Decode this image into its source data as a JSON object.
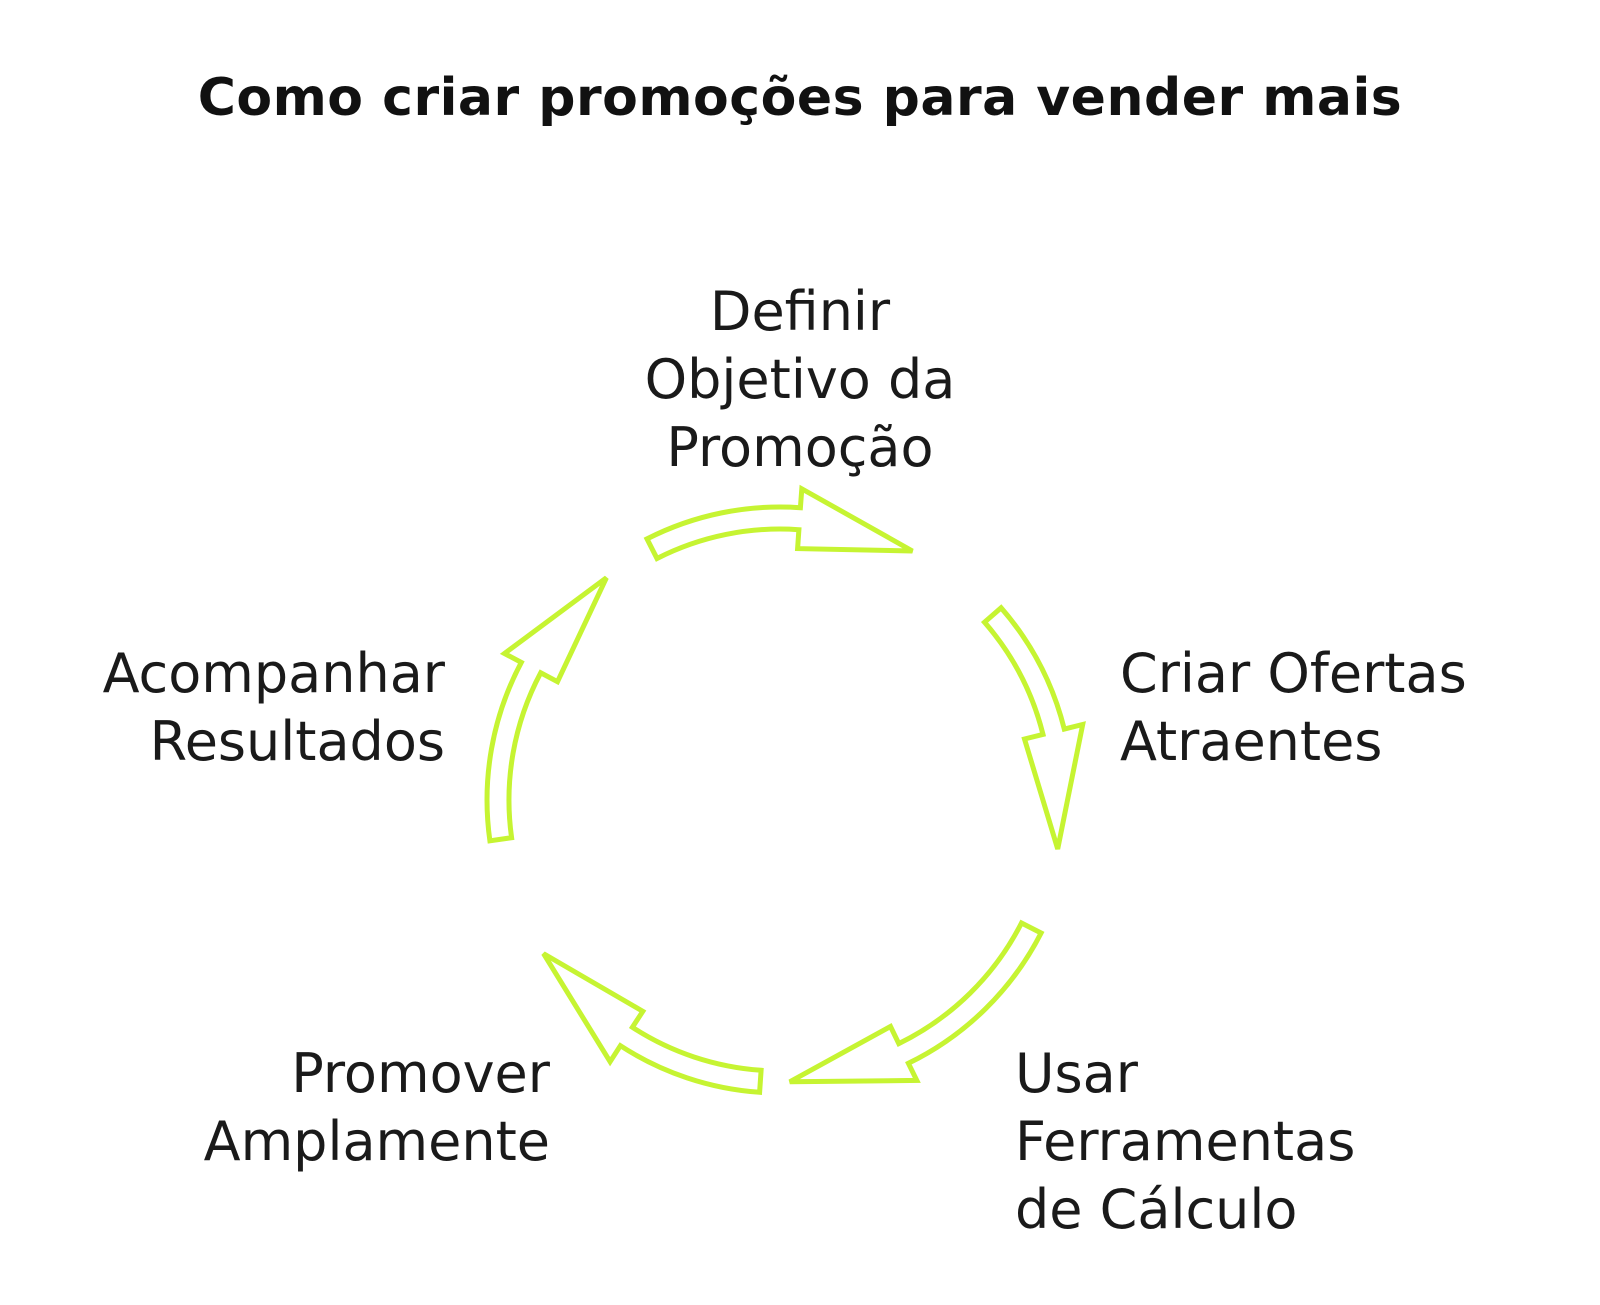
{
  "title": "Como criar promoções para vender mais",
  "accent_color": "#c6f432",
  "steps": [
    {
      "lines": [
        "Definir",
        "Objetivo da",
        "Promoção"
      ]
    },
    {
      "lines": [
        "Criar Ofertas",
        "Atraentes"
      ]
    },
    {
      "lines": [
        "Usar",
        "Ferramentas",
        "de Cálculo"
      ]
    },
    {
      "lines": [
        "Promover",
        "Amplamente"
      ]
    },
    {
      "lines": [
        "Acompanhar",
        "Resultados"
      ]
    }
  ]
}
